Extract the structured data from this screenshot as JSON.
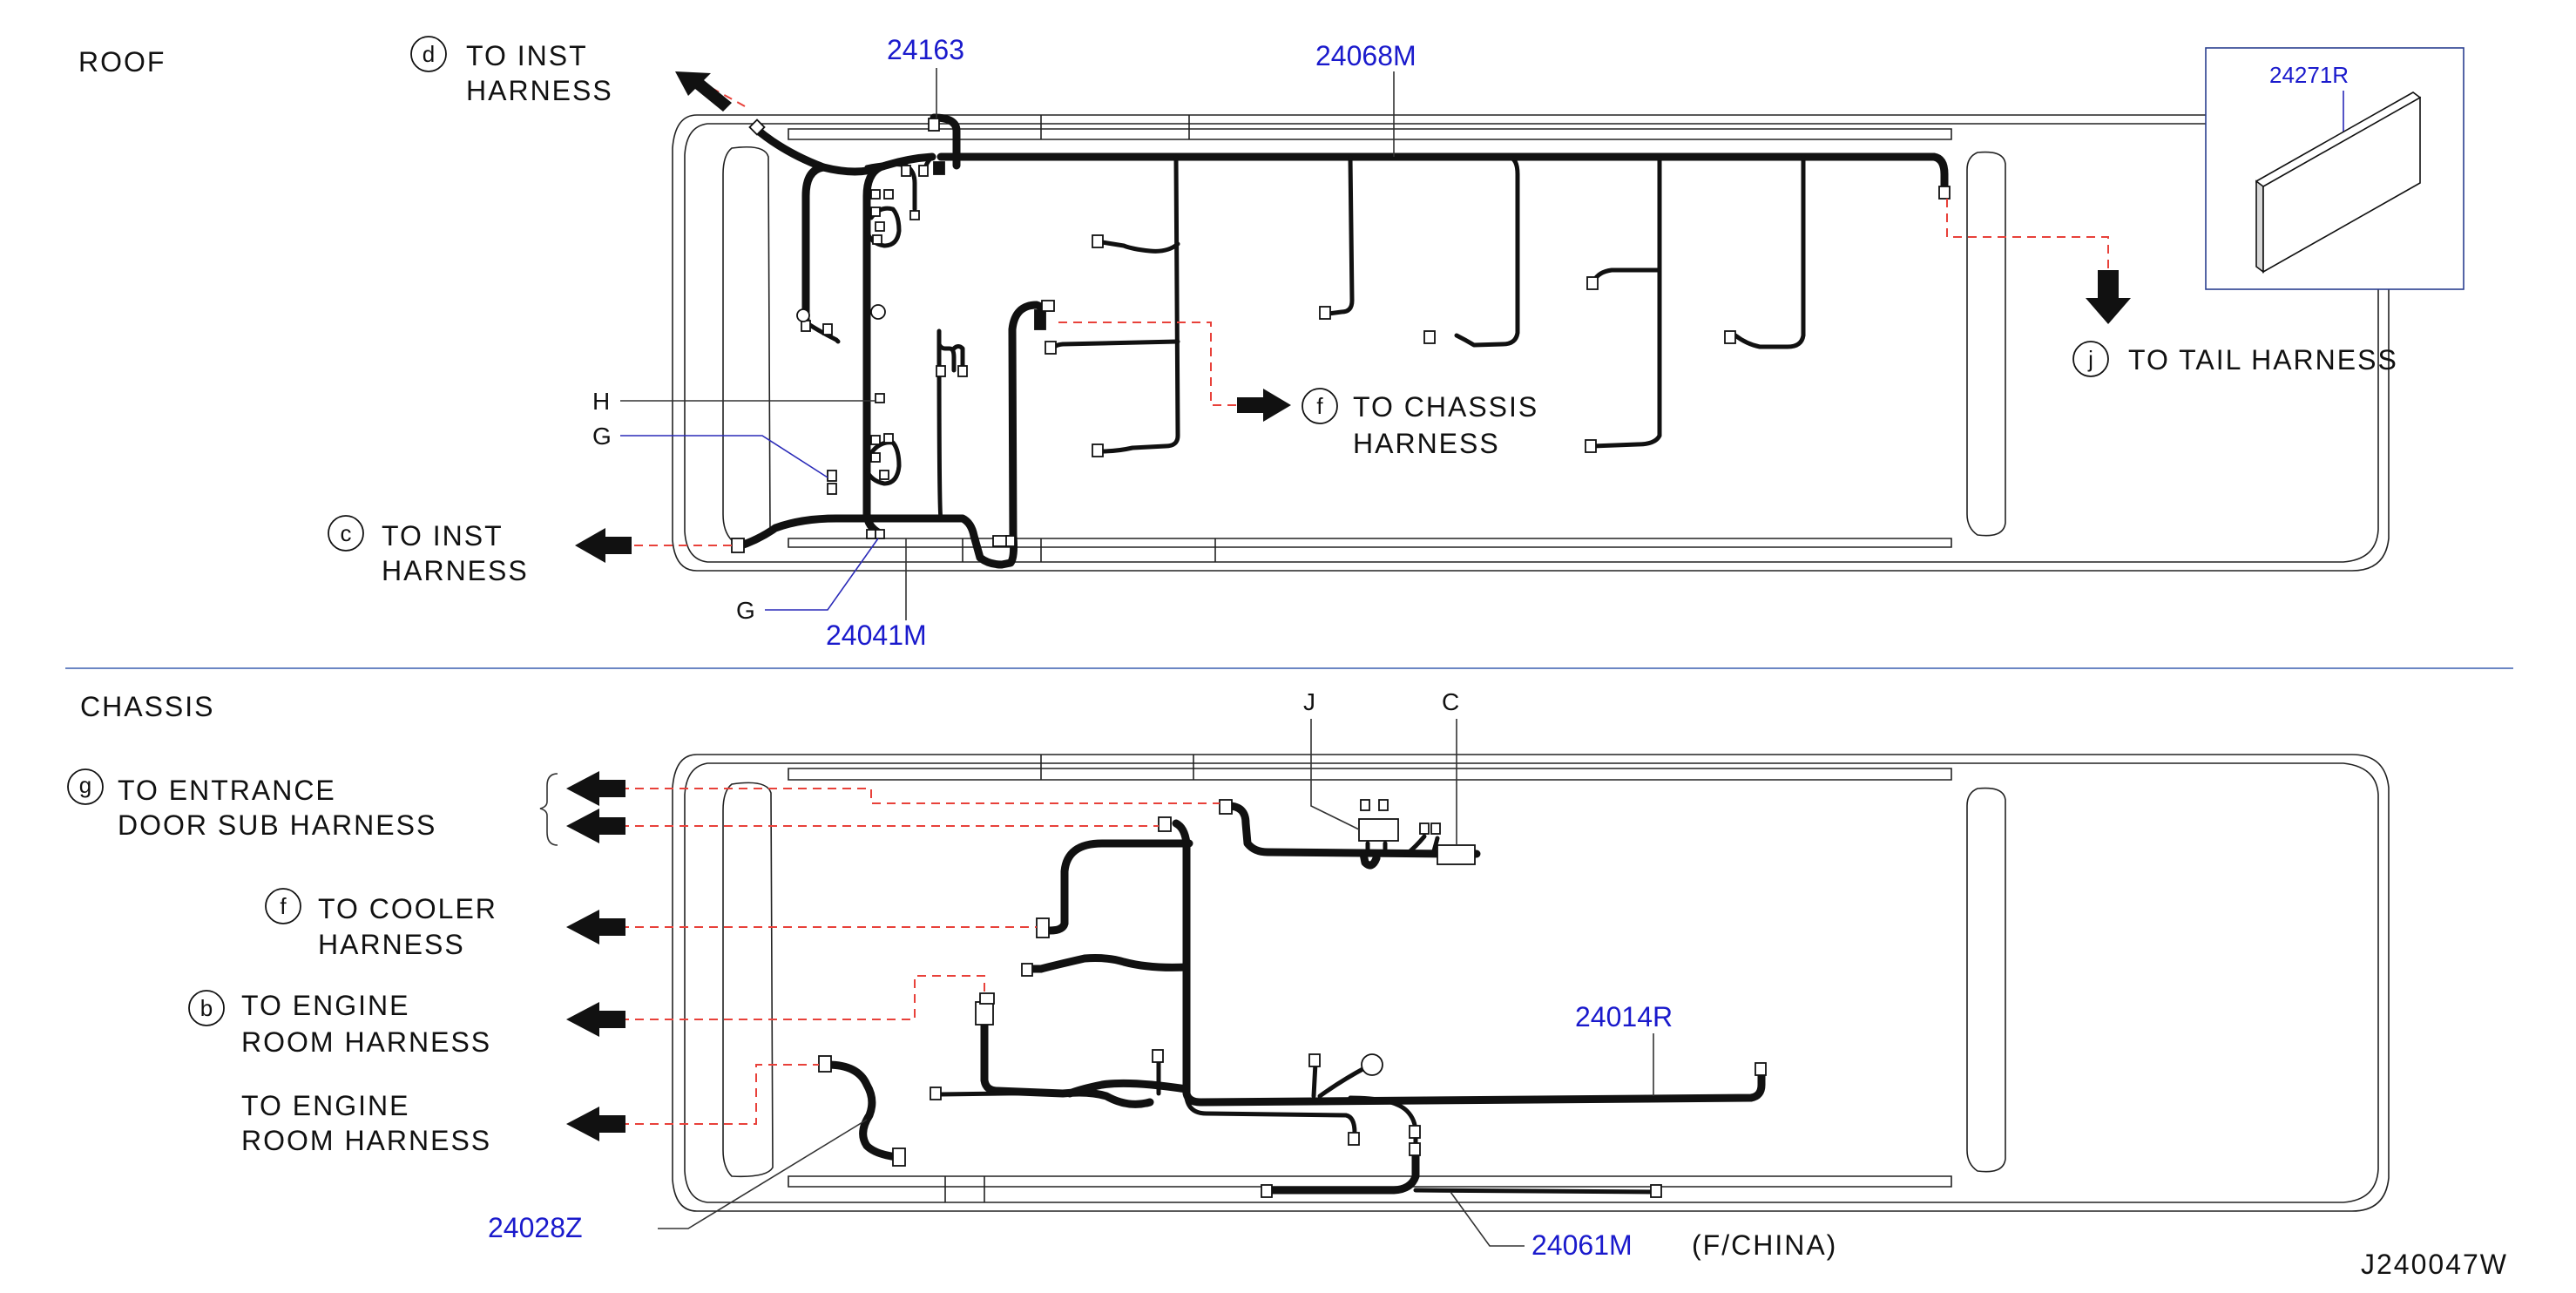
{
  "sections": {
    "roof": "ROOF",
    "chassis": "CHASSIS"
  },
  "roof": {
    "callouts": {
      "d": {
        "letter": "d",
        "line1": "TO  INST",
        "line2": "HARNESS"
      },
      "c": {
        "letter": "c",
        "line1": "TO  INST",
        "line2": "HARNESS"
      },
      "f": {
        "letter": "f",
        "line1": "TO  CHASSIS",
        "line2": "HARNESS"
      },
      "j": {
        "letter": "j",
        "line1": "TO  TAIL  HARNESS"
      }
    },
    "part_numbers": {
      "p24163": "24163",
      "p24068M": "24068M",
      "p24041M": "24041M",
      "p24271R": "24271R"
    },
    "letters": {
      "H": "H",
      "G1": "G",
      "G2": "G"
    }
  },
  "chassis": {
    "callouts": {
      "g": {
        "letter": "g",
        "line1": "TO  ENTRANCE",
        "line2": "DOOR  SUB  HARNESS"
      },
      "f": {
        "letter": "f",
        "line1": "TO  COOLER",
        "line2": "HARNESS"
      },
      "b": {
        "letter": "b",
        "line1": "TO  ENGINE",
        "line2": "ROOM  HARNESS"
      },
      "e": {
        "line1": "TO  ENGINE",
        "line2": "ROOM  HARNESS"
      }
    },
    "part_numbers": {
      "p24014R": "24014R",
      "p24028Z": "24028Z",
      "p24061M": "24061M"
    },
    "note": "(F/CHINA)",
    "letters": {
      "J": "J",
      "C": "C"
    }
  },
  "figure_code": "J240047W"
}
